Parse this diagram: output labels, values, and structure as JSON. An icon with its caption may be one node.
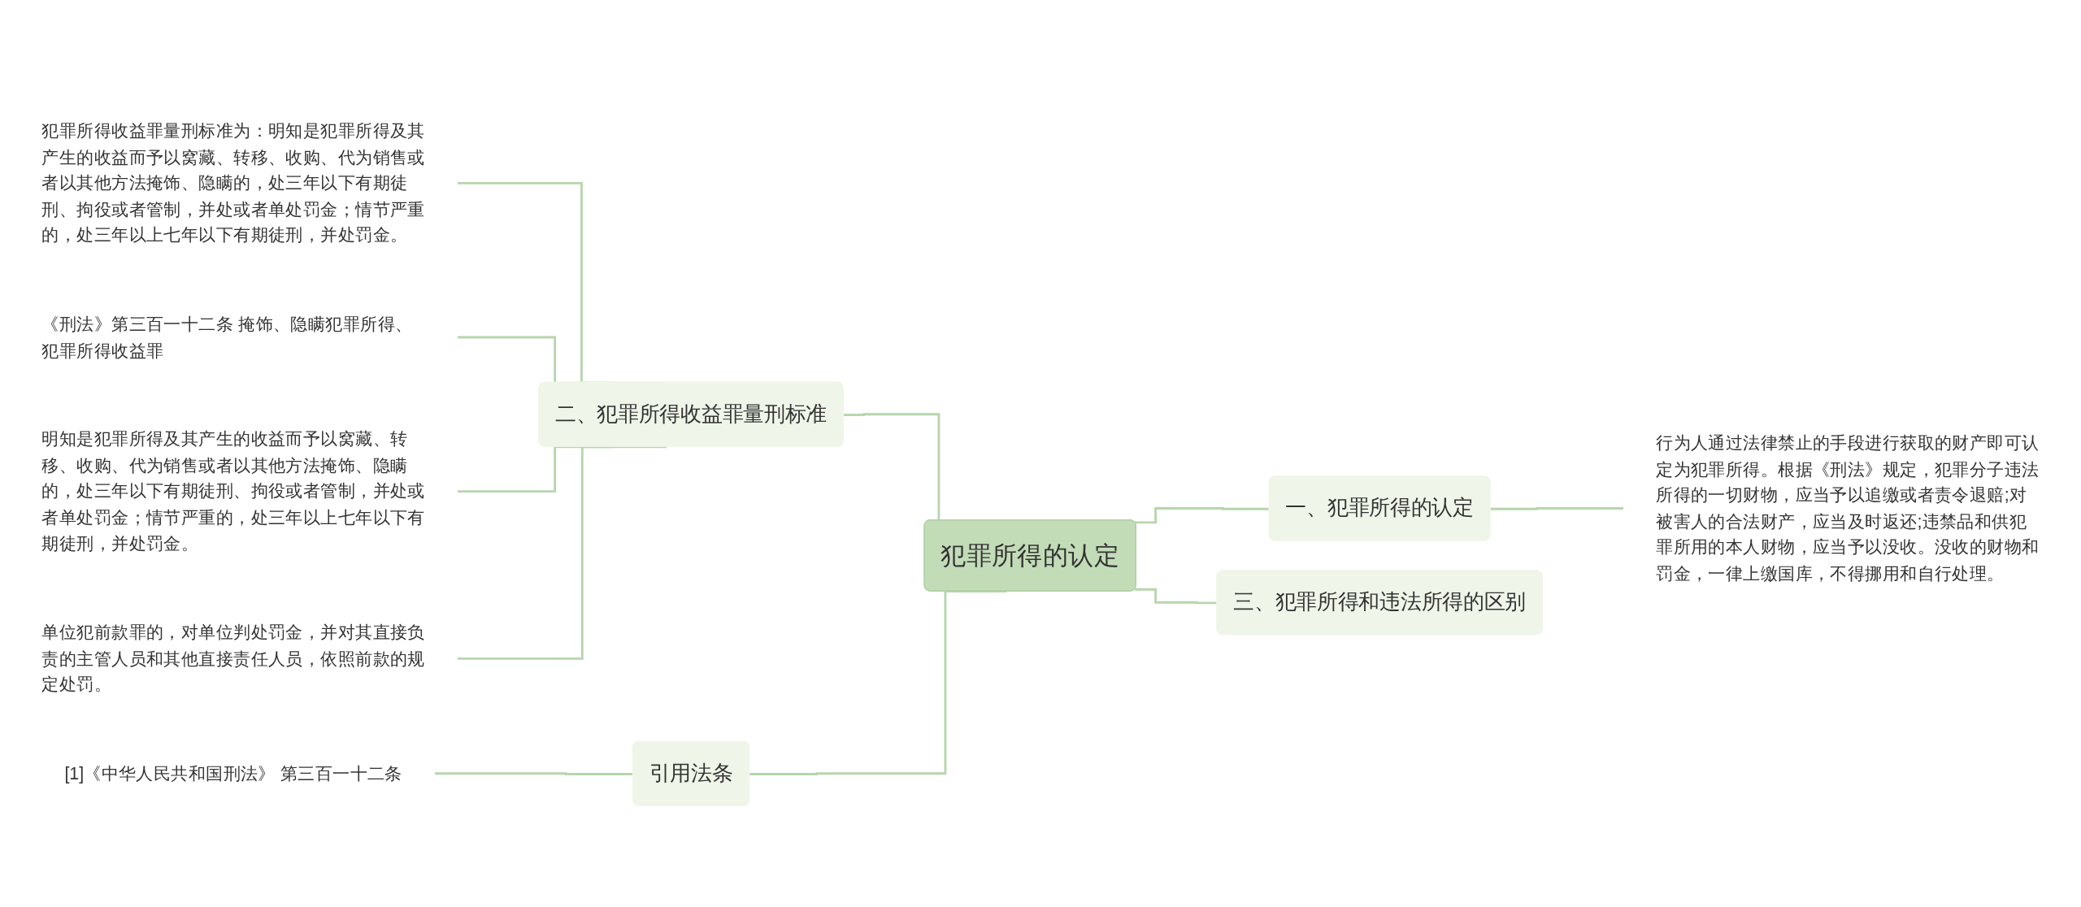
{
  "diagram": {
    "nodes": [
      {
        "text": [
          "犯罪所得的认定"
        ]
      },
      {
        "text": [
          "一、犯罪所得的认定"
        ]
      },
      {
        "text": [
          "行为人通过法律禁止的手段进行获取的财产即可认定为犯罪所得。根据《刑法》规定，犯罪分子违法所得的一切财物，应当予以追缴或者责令退赔;对被害人的合法财产，应当及时返还;违禁品和供犯罪所用的本人财物，应当予以没收。没收的财物和罚金，一律上缴国库，不得挪用和自行处理。"
        ]
      },
      {
        "text": [
          "二、犯罪所得收益罪量刑标准"
        ]
      },
      {
        "text": [
          "犯罪所得收益罪量刑标准为：明知是犯罪所得及其产生的收益而予以窝藏、转移、收购、代为销售或者以其他方法掩饰、隐瞒的，处三年以下有期徒刑、拘役或者管制，并处或者单处罚金；情节严重的，处三年以上七年以下有期徒刑，并处罚金。"
        ]
      },
      {
        "text": [
          "《刑法》第三百一十二条 掩饰、隐瞒犯罪所得、犯罪所得收益罪"
        ]
      },
      {
        "text": [
          "明知是犯罪所得及其产生的收益而予以窝藏、转移、收购、代为销售或者以其他方法掩饰、隐瞒的，处三年以下有期徒刑、拘役或者管制，并处或者单处罚金；情节严重的，处三年以上七年以下有期徒刑，并处罚金。"
        ]
      },
      {
        "text": [
          "单位犯前款罪的，对单位判处罚金，并对其直接负责的主管人员和其他直接责任人员，依照前款的规定处罚。"
        ]
      },
      {
        "text": [
          "三、犯罪所得和违法所得的区别"
        ]
      },
      {
        "text": [
          "引用法条"
        ]
      },
      {
        "text": [
          "[1]《中华人民共和国刑法》 第三百一十二条"
        ]
      }
    ],
    "edges": [
      {
        "from": 0,
        "to": 1,
        "arrow": "none"
      },
      {
        "from": 1,
        "to": 2,
        "arrow": "none"
      },
      {
        "from": 3,
        "to": 0,
        "arrow": "none"
      },
      {
        "from": 4,
        "to": 3,
        "arrow": "none"
      },
      {
        "from": 5,
        "to": 3,
        "arrow": "none"
      },
      {
        "from": 6,
        "to": 3,
        "arrow": "none"
      },
      {
        "from": 7,
        "to": 3,
        "arrow": "none"
      },
      {
        "from": 0,
        "to": 8,
        "arrow": "none"
      },
      {
        "from": 9,
        "to": 0,
        "arrow": "none"
      },
      {
        "from": 10,
        "to": 9,
        "arrow": "none"
      }
    ]
  }
}
